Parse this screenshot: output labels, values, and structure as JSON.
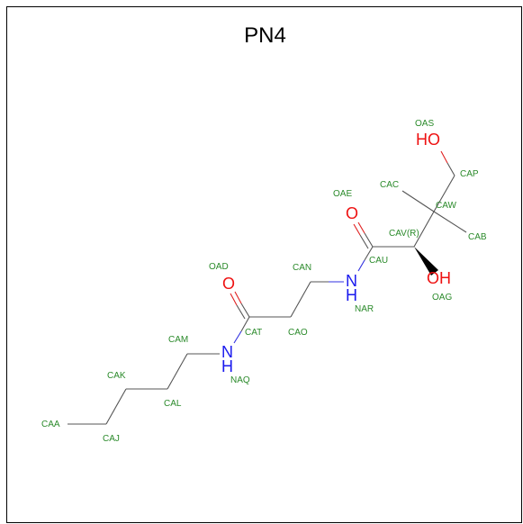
{
  "title": "PN4",
  "labels": {
    "CAA": "CAA",
    "CAJ": "CAJ",
    "CAL": "CAL",
    "CAK": "CAK",
    "CAM": "CAM",
    "NAQ": "NAQ",
    "CAT": "CAT",
    "OAD": "OAD",
    "CAO": "CAO",
    "CAN": "CAN",
    "NAR": "NAR",
    "CAU": "CAU",
    "OAE": "OAE",
    "CAV": "CAV(R)",
    "OAG": "OAG",
    "CAW": "CAW",
    "CAC": "CAC",
    "CAB": "CAB",
    "CAP": "CAP",
    "OAS": "OAS"
  },
  "atoms": {
    "O_amide1": "O",
    "N_amide1": "H",
    "N_amide1_n": "N",
    "O_amide2": "O",
    "N_amide2": "H",
    "N_amide2_n": "N",
    "O_OH": "OH",
    "HO_top": "HO"
  },
  "colors": {
    "label": "#2a8a2a",
    "oxygen": "#ee1111",
    "nitrogen": "#1a1aee",
    "bond": "#555555"
  }
}
